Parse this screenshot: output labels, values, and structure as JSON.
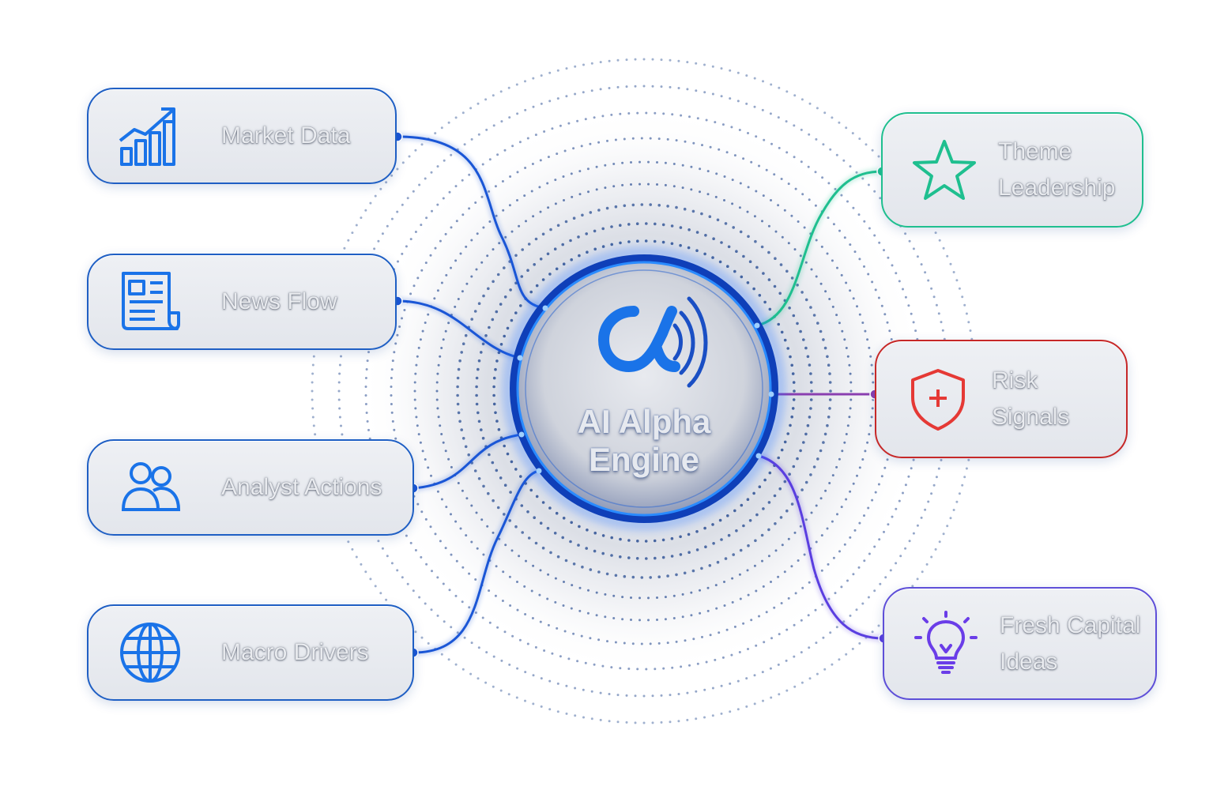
{
  "core": {
    "title_line1": "AI Alpha",
    "title_line2": "Engine",
    "logo_icon": "alpha-signal-icon",
    "ring_color": "#1a6dff"
  },
  "inputs": [
    {
      "label": "Market Data",
      "icon": "bar-chart-growth-icon",
      "color": "#1a73e8"
    },
    {
      "label": "News Flow",
      "icon": "newspaper-icon",
      "color": "#1a73e8"
    },
    {
      "label": "Analyst Actions",
      "icon": "users-icon",
      "color": "#1a73e8"
    },
    {
      "label": "Macro Drivers",
      "icon": "globe-icon",
      "color": "#1a73e8"
    }
  ],
  "outputs": [
    {
      "line1": "Theme",
      "line2": "Leadership",
      "icon": "star-icon",
      "color": "#1fbf8f"
    },
    {
      "line1": "Risk",
      "line2": "Signals",
      "icon": "shield-plus-icon",
      "color": "#e53935"
    },
    {
      "line1": "Fresh Capital",
      "line2": "Ideas",
      "icon": "lightbulb-icon",
      "color": "#6a3de8"
    }
  ]
}
